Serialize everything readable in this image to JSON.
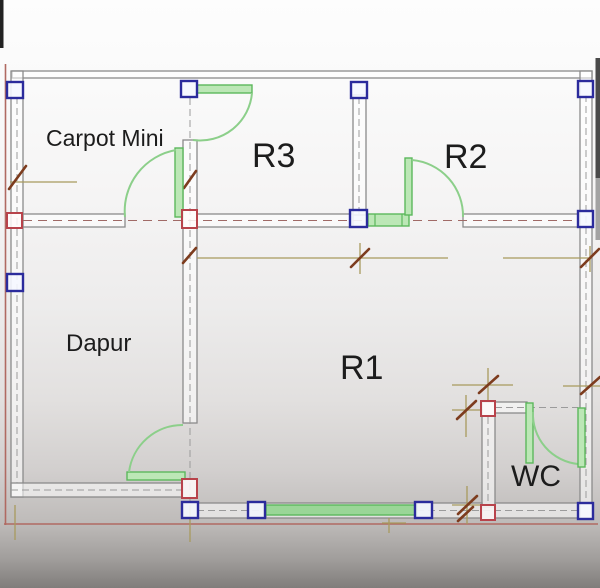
{
  "drawing": {
    "kind": "floor-plan"
  },
  "rooms": [
    {
      "id": "carpot-mini",
      "label": "Carpot Mini"
    },
    {
      "id": "r3",
      "label": "R3"
    },
    {
      "id": "r2",
      "label": "R2"
    },
    {
      "id": "dapur",
      "label": "Dapur"
    },
    {
      "id": "r1",
      "label": "R1"
    },
    {
      "id": "wc",
      "label": "WC"
    }
  ],
  "colors": {
    "wall_line": "#8b8b8b",
    "door_window_green": "#5cb85c",
    "green_fill": "#bce7b6",
    "column_blue": "#2b2b9c",
    "column_red": "#b8434b",
    "centerline_gray": "#9b9b9b",
    "centerline_red": "#a06a66",
    "dimension_tan": "#a89a5e",
    "tick_brown": "#7d3c1e",
    "boundary_red": "#b06a62",
    "label_black": "#1c1c1c"
  }
}
